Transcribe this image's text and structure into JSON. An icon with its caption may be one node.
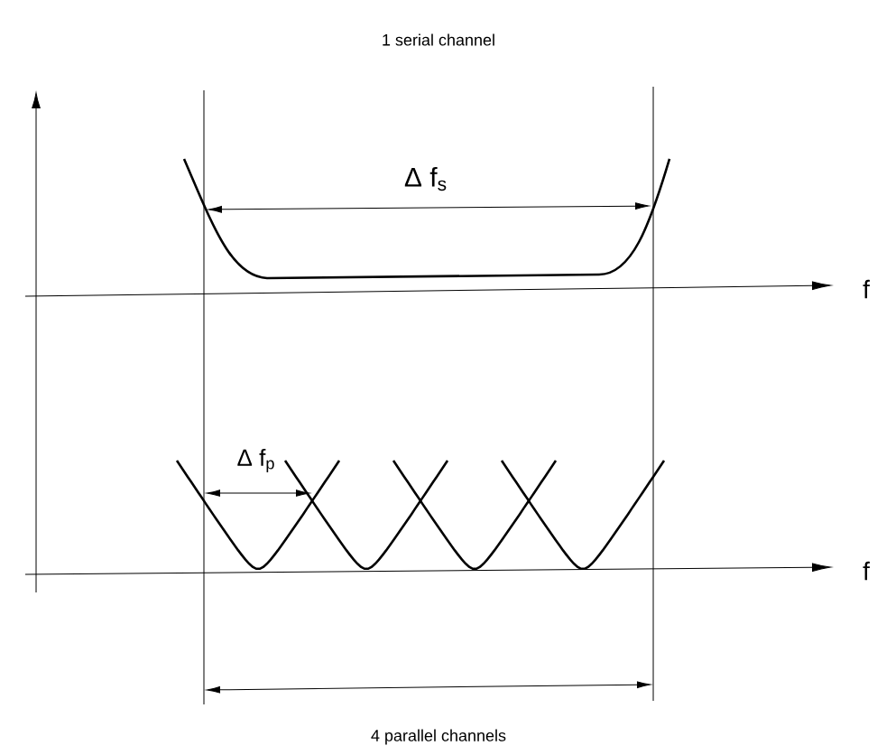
{
  "diagram": {
    "title": "1 serial channel",
    "caption": "4 parallel channels",
    "labels": [
      "Δ f$_{s}$",
      "f",
      "Δ f$_{p}$",
      "f"
    ]
  }
}
